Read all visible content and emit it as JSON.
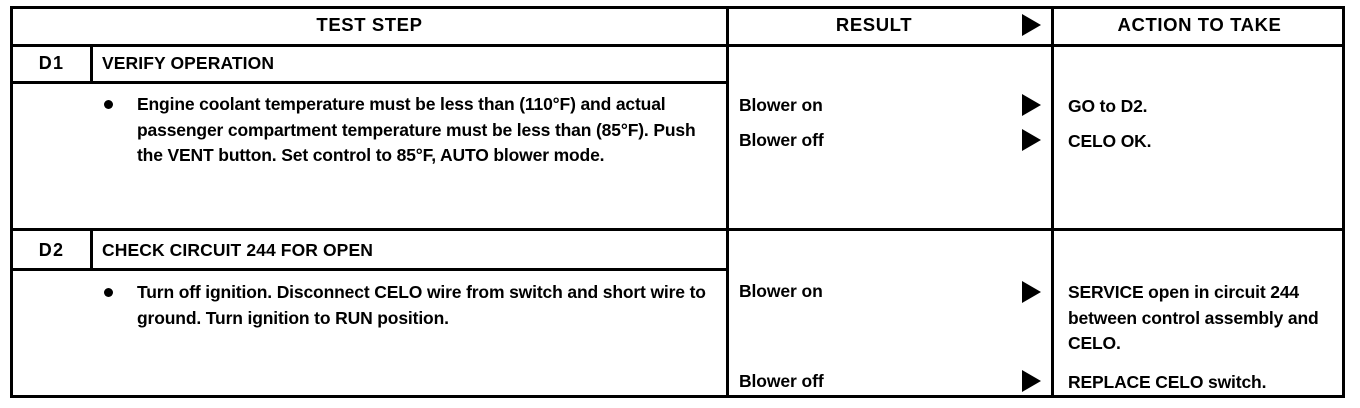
{
  "document": {
    "type": "diagnostic-pinpoint-test-table",
    "ink_color": "#000000",
    "page_color": "#ffffff"
  },
  "table": {
    "headers": {
      "test_step": "TEST STEP",
      "result": "RESULT",
      "action_to_take": "ACTION TO TAKE",
      "header_arrow_icon": "right-triangle-icon"
    },
    "steps": [
      {
        "id": "D1",
        "title": "VERIFY OPERATION",
        "bullet_icon": "bullet-dot-icon",
        "instruction": "Engine coolant temperature must be less than\n(110°F) and actual passenger compartment\ntemperature must be less than (85°F). Push the\nVENT button. Set control to 85°F, AUTO blower\nmode.",
        "outcomes": [
          {
            "result": "Blower on",
            "arrow_icon": "right-triangle-icon",
            "action_prefix": "GO to ",
            "action_bold": "D2",
            "action_suffix": "."
          },
          {
            "result": "Blower off",
            "arrow_icon": "right-triangle-icon",
            "action": "CELO OK."
          }
        ]
      },
      {
        "id": "D2",
        "title": "CHECK CIRCUIT 244 FOR OPEN",
        "bullet_icon": "bullet-dot-icon",
        "instruction": "Turn off ignition. Disconnect CELO wire from switch\nand short wire to ground. Turn ignition to RUN\nposition.",
        "outcomes": [
          {
            "result": "Blower on",
            "arrow_icon": "right-triangle-icon",
            "action": "SERVICE open in circuit\n244 between control\nassembly and CELO."
          },
          {
            "result": "Blower off",
            "arrow_icon": "right-triangle-icon",
            "action": "REPLACE CELO switch."
          }
        ]
      }
    ]
  }
}
